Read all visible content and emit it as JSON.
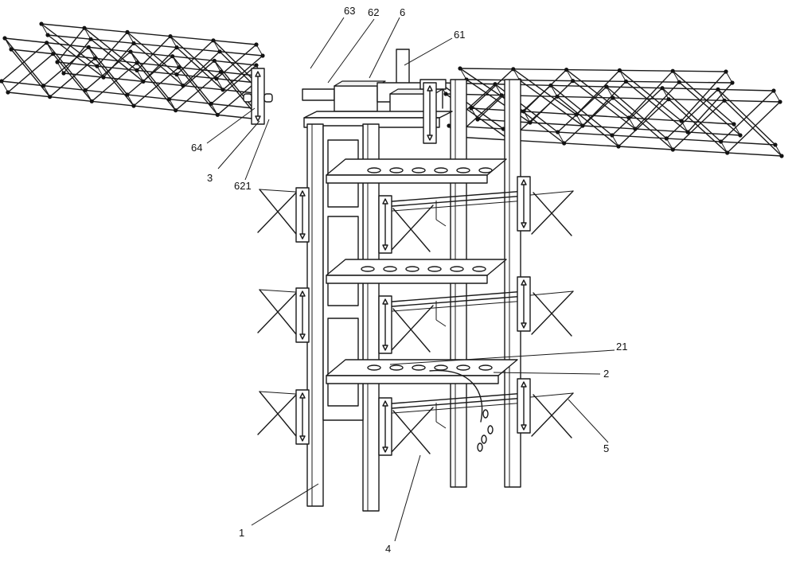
{
  "figure": {
    "callouts": [
      {
        "id": "c63",
        "text": "63"
      },
      {
        "id": "c62",
        "text": "62"
      },
      {
        "id": "c6",
        "text": "6"
      },
      {
        "id": "c61",
        "text": "61"
      },
      {
        "id": "c64",
        "text": "64"
      },
      {
        "id": "c3",
        "text": "3"
      },
      {
        "id": "c621",
        "text": "621"
      },
      {
        "id": "c21",
        "text": "21"
      },
      {
        "id": "c2",
        "text": "2"
      },
      {
        "id": "c5",
        "text": "5"
      },
      {
        "id": "c1",
        "text": "1"
      },
      {
        "id": "c4",
        "text": "4"
      }
    ]
  }
}
